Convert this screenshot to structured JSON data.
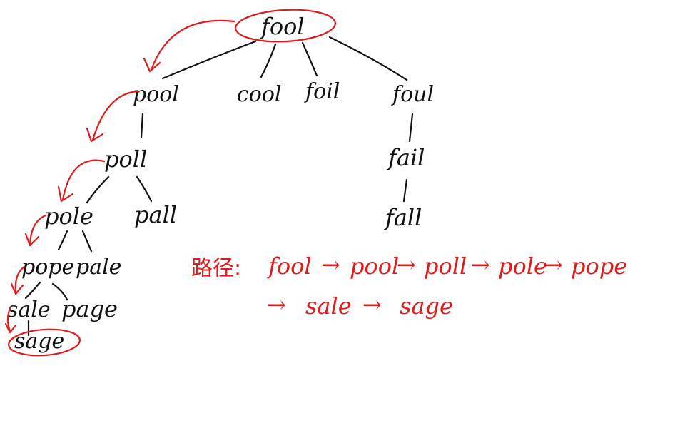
{
  "colors": {
    "ink": "#111111",
    "highlight": "#e01b1b"
  },
  "tree": {
    "root": "fool",
    "level1": [
      "pool",
      "cool",
      "foil",
      "foul"
    ],
    "level2_left": "poll",
    "level2_right": "fail",
    "level3_left": [
      "pole",
      "pall"
    ],
    "level3_right": "fall",
    "level4": [
      "pope",
      "pale"
    ],
    "level5": [
      "sale",
      "page"
    ],
    "target": "sage"
  },
  "path": {
    "label": "路径:",
    "line1": [
      "fool",
      "pool",
      "poll",
      "pole",
      "pope"
    ],
    "line2": [
      "sale",
      "sage"
    ],
    "arrow": "→"
  }
}
